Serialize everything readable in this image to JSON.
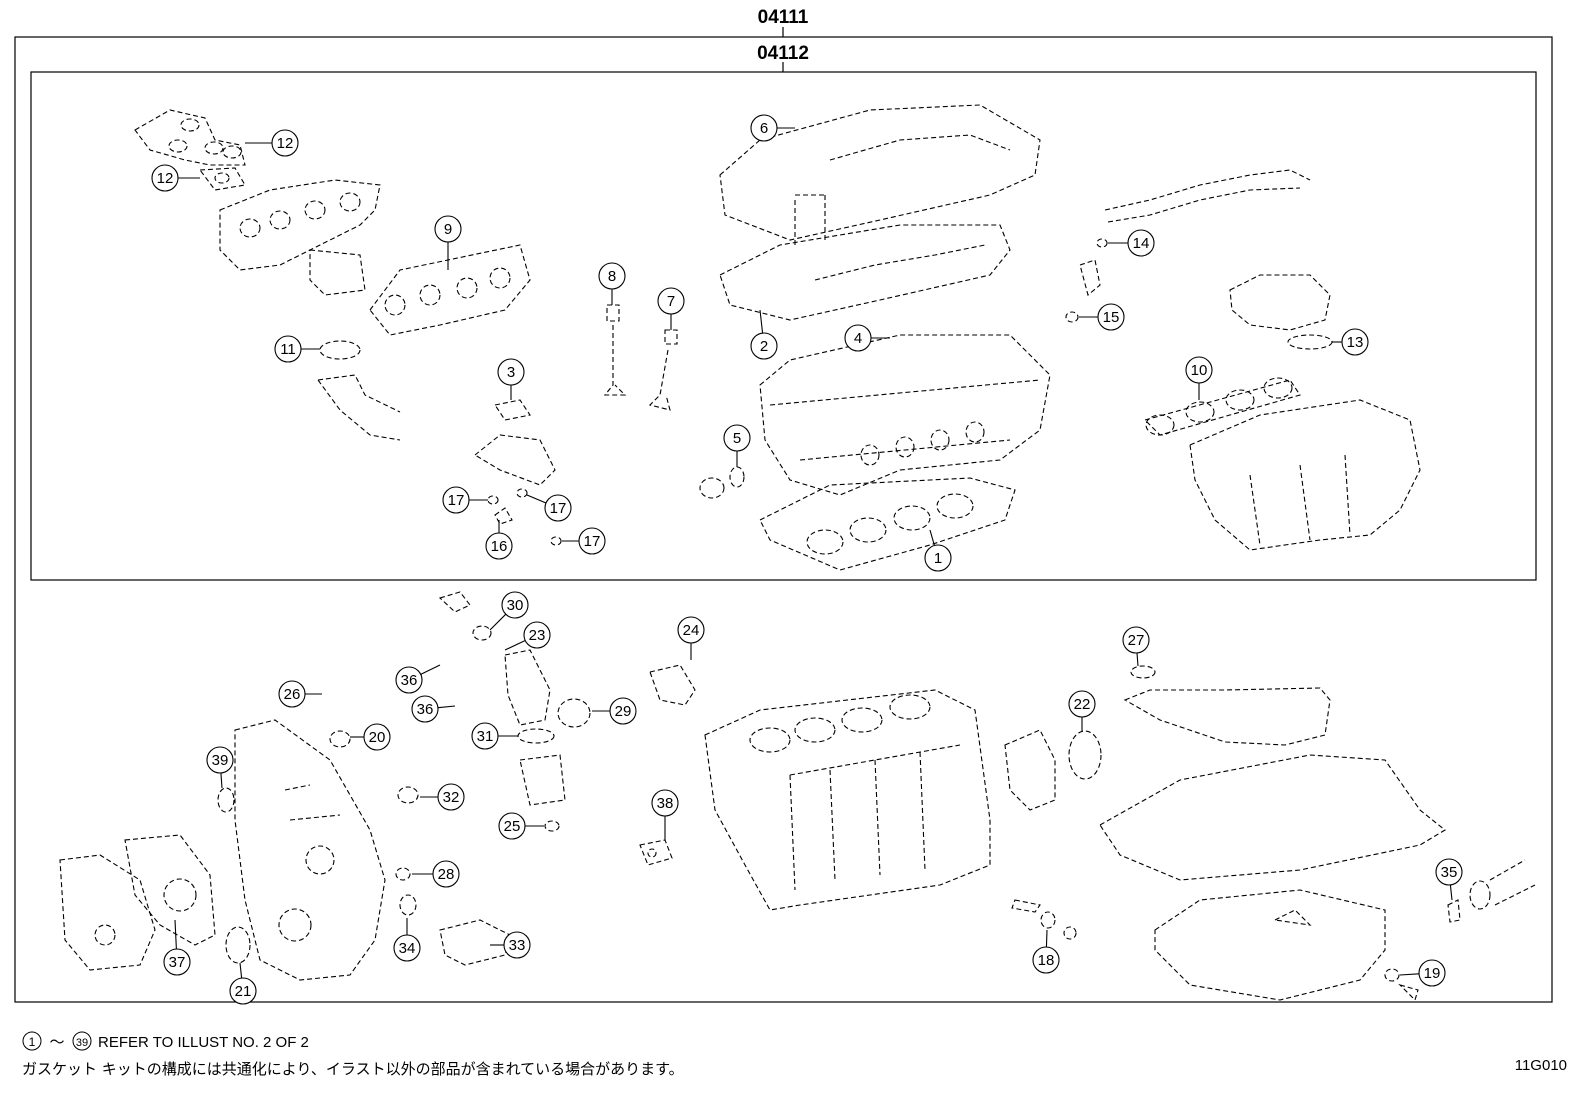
{
  "kits": {
    "outer_code": "04111",
    "inner_code": "04112"
  },
  "callouts": [
    {
      "id": "c12a",
      "num": "12"
    },
    {
      "id": "c12b",
      "num": "12"
    },
    {
      "id": "c9",
      "num": "9"
    },
    {
      "id": "c11",
      "num": "11"
    },
    {
      "id": "c6",
      "num": "6"
    },
    {
      "id": "c8",
      "num": "8"
    },
    {
      "id": "c7",
      "num": "7"
    },
    {
      "id": "c2",
      "num": "2"
    },
    {
      "id": "c4",
      "num": "4"
    },
    {
      "id": "c3",
      "num": "3"
    },
    {
      "id": "c5",
      "num": "5"
    },
    {
      "id": "c1",
      "num": "1"
    },
    {
      "id": "c17a",
      "num": "17"
    },
    {
      "id": "c17b",
      "num": "17"
    },
    {
      "id": "c16",
      "num": "16"
    },
    {
      "id": "c17c",
      "num": "17"
    },
    {
      "id": "c14",
      "num": "14"
    },
    {
      "id": "c15",
      "num": "15"
    },
    {
      "id": "c13",
      "num": "13"
    },
    {
      "id": "c10",
      "num": "10"
    },
    {
      "id": "c30",
      "num": "30"
    },
    {
      "id": "c23",
      "num": "23"
    },
    {
      "id": "c24",
      "num": "24"
    },
    {
      "id": "c36a",
      "num": "36"
    },
    {
      "id": "c26",
      "num": "26"
    },
    {
      "id": "c36b",
      "num": "36"
    },
    {
      "id": "c29",
      "num": "29"
    },
    {
      "id": "c31",
      "num": "31"
    },
    {
      "id": "c20",
      "num": "20"
    },
    {
      "id": "c39",
      "num": "39"
    },
    {
      "id": "c32",
      "num": "32"
    },
    {
      "id": "c25",
      "num": "25"
    },
    {
      "id": "c38",
      "num": "38"
    },
    {
      "id": "c28",
      "num": "28"
    },
    {
      "id": "c34",
      "num": "34"
    },
    {
      "id": "c33",
      "num": "33"
    },
    {
      "id": "c37",
      "num": "37"
    },
    {
      "id": "c21",
      "num": "21"
    },
    {
      "id": "c27",
      "num": "27"
    },
    {
      "id": "c22",
      "num": "22"
    },
    {
      "id": "c18",
      "num": "18"
    },
    {
      "id": "c35",
      "num": "35"
    },
    {
      "id": "c19",
      "num": "19"
    }
  ],
  "notes": {
    "range_start": "1",
    "range_sep": "～",
    "range_end": "39",
    "refer_text": "REFER TO ILLUST NO. 2 OF 2",
    "jp_text": "ガスケット キットの構成には共通化により、イラスト以外の部品が含まれている場合があります。"
  },
  "illustration_code": "11G010"
}
